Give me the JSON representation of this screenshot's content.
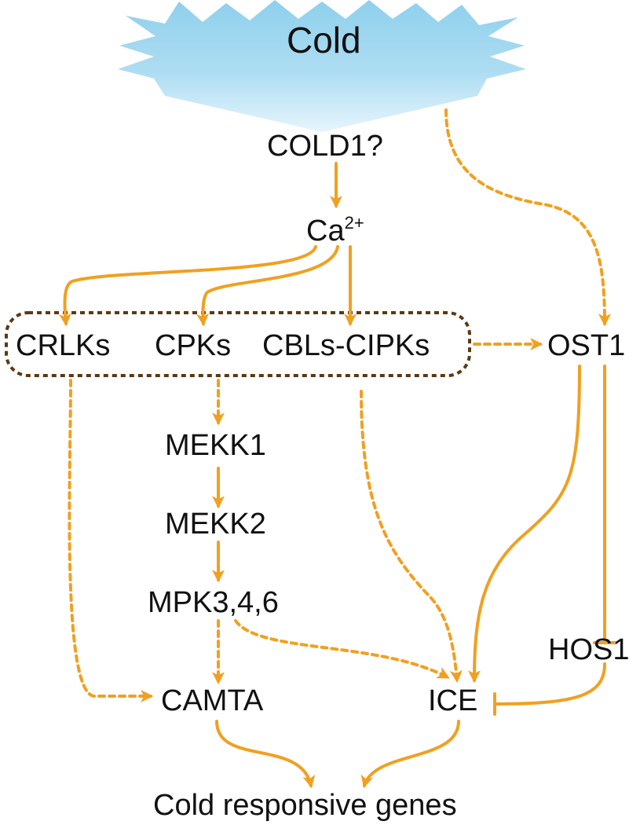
{
  "title": "Cold",
  "nodes": {
    "cold1": "COLD1?",
    "ca_base": "Ca",
    "ca_sup": "2+",
    "crlks": "CRLKs",
    "cpks": "CPKs",
    "cbls": "CBLs-CIPKs",
    "ost1": "OST1",
    "mekk1": "MEKK1",
    "mekk2": "MEKK2",
    "mpk": "MPK3,4,6",
    "hos1": "HOS1",
    "camta": "CAMTA",
    "ice": "ICE",
    "genes": "Cold responsive genes"
  },
  "colors": {
    "arrow": "#F0A020",
    "box_border": "#5A3A14",
    "burst_top": "#8ED0EC",
    "burst_bottom": "#E2F4FC",
    "text": "#111111"
  }
}
